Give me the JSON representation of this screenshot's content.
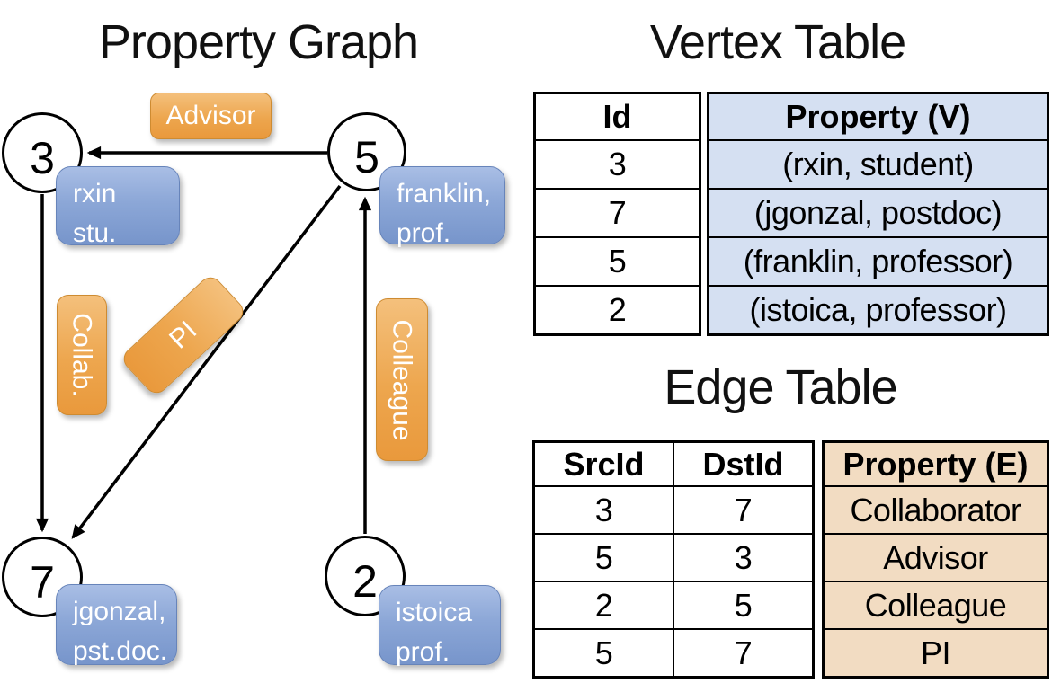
{
  "graph": {
    "title": "Property Graph",
    "nodes": [
      {
        "id": "3",
        "label_lines": [
          "rxin",
          "stu."
        ]
      },
      {
        "id": "5",
        "label_lines": [
          "franklin,",
          "prof."
        ]
      },
      {
        "id": "7",
        "label_lines": [
          "jgonzal,",
          "pst.doc."
        ]
      },
      {
        "id": "2",
        "label_lines": [
          "istoica",
          "prof."
        ]
      }
    ],
    "edge_labels": {
      "advisor": "Advisor",
      "collab": "Collab.",
      "pi": "PI",
      "colleague": "Colleague"
    }
  },
  "vertex_table": {
    "title": "Vertex Table",
    "columns": [
      "Id",
      "Property (V)"
    ],
    "rows": [
      [
        "3",
        "(rxin, student)"
      ],
      [
        "7",
        "(jgonzal, postdoc)"
      ],
      [
        "5",
        "(franklin, professor)"
      ],
      [
        "2",
        "(istoica, professor)"
      ]
    ]
  },
  "edge_table": {
    "title": "Edge Table",
    "columns": [
      "SrcId",
      "DstId",
      "Property (E)"
    ],
    "rows": [
      [
        "3",
        "7",
        "Collaborator"
      ],
      [
        "5",
        "3",
        "Advisor"
      ],
      [
        "2",
        "5",
        "Colleague"
      ],
      [
        "5",
        "7",
        "PI"
      ]
    ]
  },
  "colors": {
    "edge_label_orange": "#EDA64E",
    "node_property_blue": "#8CA7D7",
    "vertex_cell_blue": "#D5E0F2",
    "edge_cell_tan": "#F2DCC2",
    "line_black": "#000000"
  }
}
